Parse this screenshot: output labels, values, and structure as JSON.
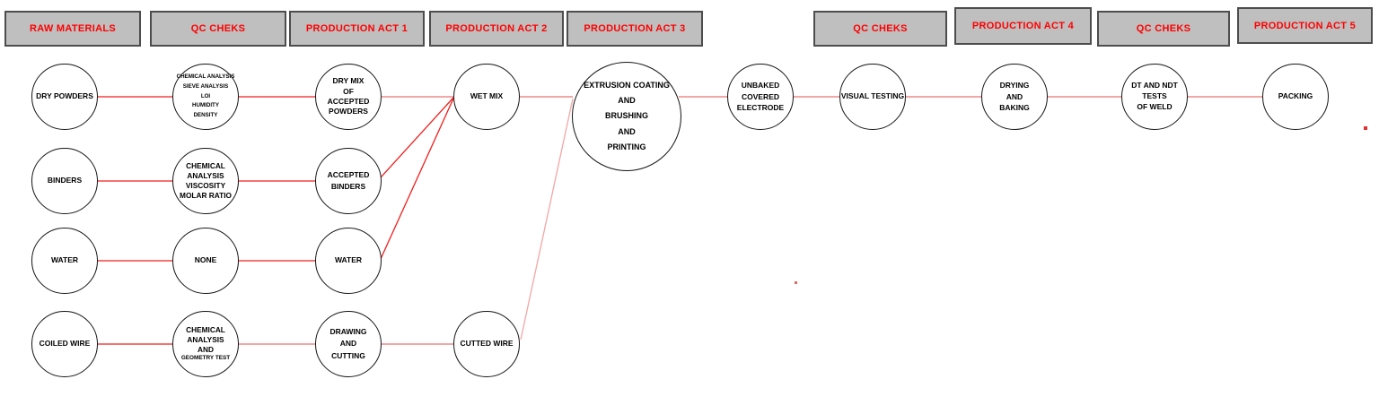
{
  "diagram": {
    "title": "Electrode production process flow diagram",
    "colors": {
      "header_bg": "#bfbfbf",
      "header_border": "#4d4d4d",
      "header_text": "#ff0000",
      "node_border": "#141414",
      "line_strong": "#f01e1e",
      "line_light": "#f2a6a6"
    },
    "headers": [
      {
        "id": "raw-materials",
        "label": "RAW MATERIALS"
      },
      {
        "id": "qc-cheks-1",
        "label": "QC CHEKS"
      },
      {
        "id": "production-act-1",
        "label": "PRODUCTION ACT 1"
      },
      {
        "id": "production-act-2",
        "label": "PRODUCTION ACT 2"
      },
      {
        "id": "production-act-3",
        "label": "PRODUCTION ACT 3"
      },
      {
        "id": "qc-cheks-2",
        "label": "QC CHEKS"
      },
      {
        "id": "production-act-4",
        "label": "PRODUCTION ACT 4"
      },
      {
        "id": "qc-cheks-3",
        "label": "QC CHEKS"
      },
      {
        "id": "production-act-5",
        "label": "PRODUCTION ACT 5"
      }
    ],
    "nodes": [
      {
        "id": "dry-powders",
        "lines": [
          "DRY POWDERS"
        ]
      },
      {
        "id": "qc-powders",
        "lines": [
          "CHEMICAL ANALYSIS",
          "SIEVE ANALYSIS",
          "LOI",
          "HUMIDITY",
          "DENSITY"
        ]
      },
      {
        "id": "dry-mix",
        "lines": [
          "DRY MIX",
          "OF",
          "ACCEPTED",
          "POWDERS"
        ]
      },
      {
        "id": "wet-mix",
        "lines": [
          "WET MIX"
        ]
      },
      {
        "id": "extrusion",
        "lines": [
          "EXTRUSION COATING",
          "AND",
          "BRUSHING",
          "AND",
          "PRINTING"
        ]
      },
      {
        "id": "unbaked",
        "lines": [
          "UNBAKED",
          "COVERED",
          "ELECTRODE"
        ]
      },
      {
        "id": "visual-testing",
        "lines": [
          "VISUAL TESTING"
        ]
      },
      {
        "id": "drying-baking",
        "lines": [
          "DRYING",
          "AND",
          "BAKING"
        ]
      },
      {
        "id": "dt-ndt",
        "lines": [
          "DT AND NDT",
          "TESTS",
          "OF WELD"
        ]
      },
      {
        "id": "packing",
        "lines": [
          "PACKING"
        ]
      },
      {
        "id": "binders",
        "lines": [
          "BINDERS"
        ]
      },
      {
        "id": "qc-binders",
        "lines": [
          "CHEMICAL",
          "ANALYSIS",
          "VISCOSITY",
          "MOLAR RATIO"
        ]
      },
      {
        "id": "accepted-binders",
        "lines": [
          "ACCEPTED",
          "BINDERS"
        ]
      },
      {
        "id": "water-raw",
        "lines": [
          "WATER"
        ]
      },
      {
        "id": "qc-water",
        "lines": [
          "NONE"
        ]
      },
      {
        "id": "water-accepted",
        "lines": [
          "WATER"
        ]
      },
      {
        "id": "coiled-wire",
        "lines": [
          "COILED WIRE"
        ]
      },
      {
        "id": "qc-wire",
        "lines": [
          "CHEMICAL",
          "ANALYSIS",
          "AND",
          "GEOMETRY TEST"
        ]
      },
      {
        "id": "drawing-cutting",
        "lines": [
          "DRAWING",
          "AND",
          "CUTTING"
        ]
      },
      {
        "id": "cutted-wire",
        "lines": [
          "CUTTED WIRE"
        ]
      }
    ],
    "edges": [
      {
        "from": "dry-powders",
        "to": "qc-powders"
      },
      {
        "from": "qc-powders",
        "to": "dry-mix"
      },
      {
        "from": "dry-mix",
        "to": "wet-mix"
      },
      {
        "from": "accepted-binders",
        "to": "wet-mix"
      },
      {
        "from": "water-accepted",
        "to": "wet-mix"
      },
      {
        "from": "wet-mix",
        "to": "extrusion"
      },
      {
        "from": "cutted-wire",
        "to": "extrusion"
      },
      {
        "from": "extrusion",
        "to": "unbaked"
      },
      {
        "from": "unbaked",
        "to": "visual-testing"
      },
      {
        "from": "visual-testing",
        "to": "drying-baking"
      },
      {
        "from": "drying-baking",
        "to": "dt-ndt"
      },
      {
        "from": "dt-ndt",
        "to": "packing"
      },
      {
        "from": "binders",
        "to": "qc-binders"
      },
      {
        "from": "qc-binders",
        "to": "accepted-binders"
      },
      {
        "from": "water-raw",
        "to": "qc-water"
      },
      {
        "from": "qc-water",
        "to": "water-accepted"
      },
      {
        "from": "coiled-wire",
        "to": "qc-wire"
      },
      {
        "from": "qc-wire",
        "to": "drawing-cutting"
      },
      {
        "from": "drawing-cutting",
        "to": "cutted-wire"
      }
    ]
  }
}
